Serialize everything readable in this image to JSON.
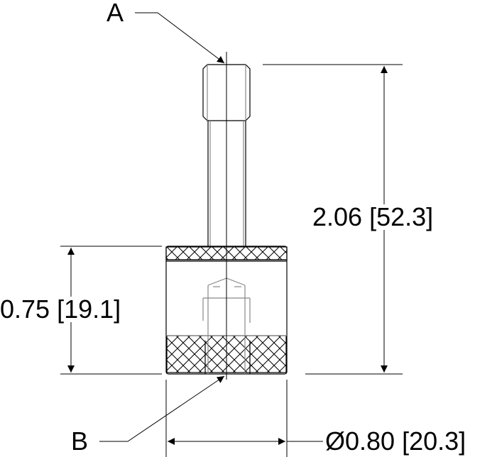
{
  "labels": {
    "a": "A",
    "b": "B",
    "height_total": "2.06 [52.3]",
    "height_body": "0.75 [19.1]",
    "diameter": "Ø0.80 [20.3]"
  },
  "colors": {
    "line": "#000000",
    "hidden": "#888888"
  }
}
